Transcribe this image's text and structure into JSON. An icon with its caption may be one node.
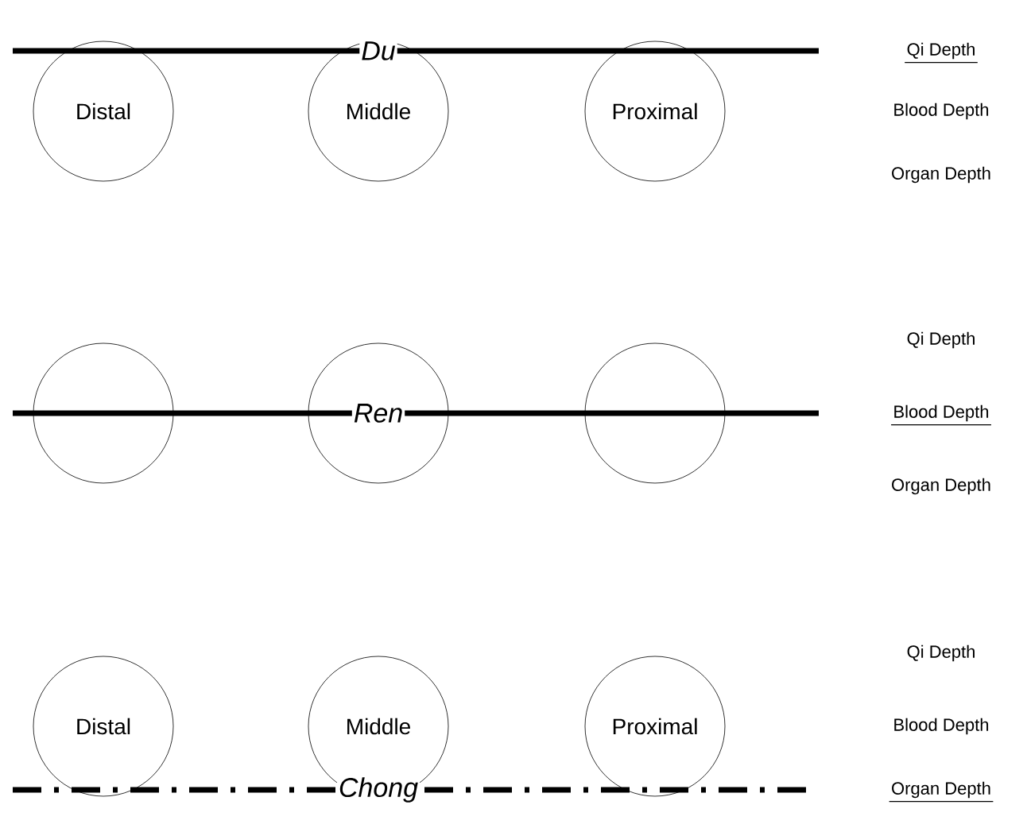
{
  "diagram": {
    "nodes": [
      {
        "text": [
          "Distal"
        ]
      },
      {
        "text": [
          "Middle"
        ]
      },
      {
        "text": [
          "Proximal"
        ]
      },
      {
        "text": [],
        "shape": "circle"
      },
      {
        "text": [],
        "shape": "circle"
      },
      {
        "text": [],
        "shape": "circle"
      },
      {
        "text": [
          "Distal"
        ]
      },
      {
        "text": [
          "Middle"
        ]
      },
      {
        "text": [
          "Proximal"
        ]
      }
    ],
    "labels": [
      "Du",
      "Qi Depth",
      "Blood Depth",
      "Organ Depth",
      "Qi Depth",
      "Ren",
      "Blood Depth",
      "Organ Depth",
      "Qi Depth",
      "Blood Depth",
      "Chong",
      "Organ Depth"
    ]
  }
}
